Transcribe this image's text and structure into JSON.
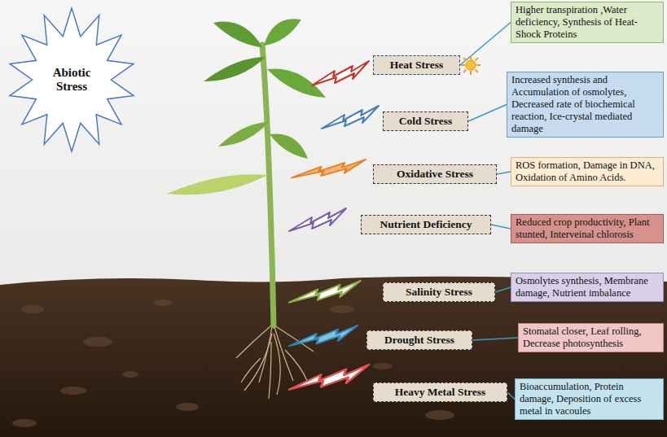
{
  "diagram": {
    "nodes": [
      {
        "text": [
          "Abiotic Stress"
        ]
      },
      {
        "text": [
          "Heat Stress"
        ]
      },
      {
        "text": [
          "Higher transpiration ,Water deficiency, Synthesis of Heat-Shock Proteins"
        ]
      },
      {
        "text": [
          "Cold Stress"
        ]
      },
      {
        "text": [
          "Increased synthesis and Accumulation of osmolytes, Decreased rate of biochemical reaction, Ice-crystal mediated damage"
        ]
      },
      {
        "text": [
          "Oxidative Stress"
        ]
      },
      {
        "text": [
          "ROS formation, Damage in DNA, Oxidation of Amino Acids."
        ]
      },
      {
        "text": [
          "Nutrient Deficiency"
        ]
      },
      {
        "text": [
          "Reduced crop productivity, Plant stunted, Interveinal chlorosis"
        ]
      },
      {
        "text": [
          "Salinity Stress"
        ]
      },
      {
        "text": [
          "Osmolytes synthesis, Membrane damage, Nutrient imbalance"
        ]
      },
      {
        "text": [
          "Drought Stress"
        ]
      },
      {
        "text": [
          "Stomatal closer, Leaf rolling, Decrease photosynthesis"
        ]
      },
      {
        "text": [
          "Heavy Metal Stress"
        ]
      },
      {
        "text": [
          "Bioaccumulation, Protein damage, Deposition of excess metal in vacoules"
        ]
      }
    ],
    "edges": [
      {
        "from": 1,
        "to": 2,
        "arrow": "none"
      },
      {
        "from": 3,
        "to": 4,
        "arrow": "none"
      },
      {
        "from": 5,
        "to": 6,
        "arrow": "none"
      },
      {
        "from": 7,
        "to": 8,
        "arrow": "none"
      },
      {
        "from": 9,
        "to": 10,
        "arrow": "none"
      },
      {
        "from": 11,
        "to": 12,
        "arrow": "none"
      },
      {
        "from": 13,
        "to": 14,
        "arrow": "none"
      }
    ]
  }
}
